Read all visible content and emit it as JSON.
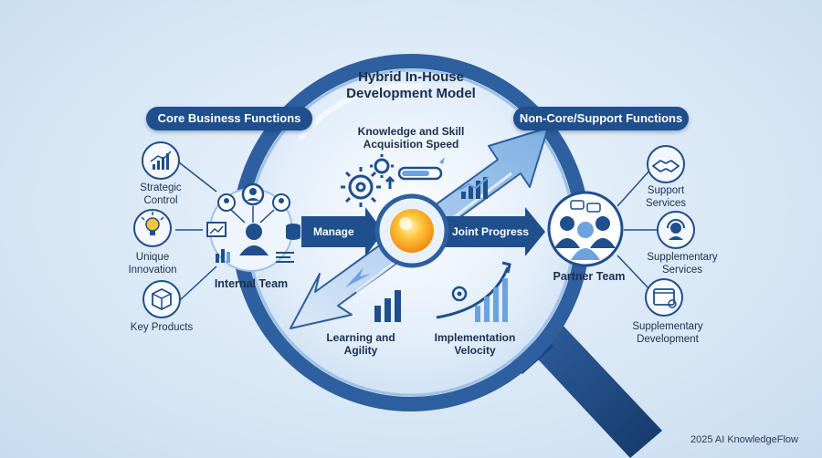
{
  "diagram": {
    "title_line1": "Hybrid In-House",
    "title_line2": "Development Model",
    "left_header": "Core Business Functions",
    "right_header": "Non-Core/Support Functions",
    "left_items": {
      "strategic_line1": "Strategic",
      "strategic_line2": "Control",
      "innovation_line1": "Unique",
      "innovation_line2": "Innovation",
      "products": "Key Products"
    },
    "right_items": {
      "support_line1": "Support",
      "support_line2": "Services",
      "supp_services_line1": "Supplementary",
      "supp_services_line2": "Services",
      "supp_dev_line1": "Supplementary",
      "supp_dev_line2": "Development"
    },
    "internal_team": "Internal Team",
    "partner_team": "Partner Team",
    "manage": "Manage",
    "joint_progress": "Joint Progress",
    "knowledge_line1": "Knowledge and Skill",
    "knowledge_line2": "Acquisition Speed",
    "learning_line1": "Learning and",
    "learning_line2": "Agility",
    "velocity_line1": "Implementation",
    "velocity_line2": "Velocity"
  },
  "colors": {
    "primary": "#1f4f8c",
    "lens_ring": "#2e5f9e",
    "accent_orange": "#f5a623",
    "background": "#d9e8f6"
  },
  "credit": "2025 AI KnowledgeFlow"
}
